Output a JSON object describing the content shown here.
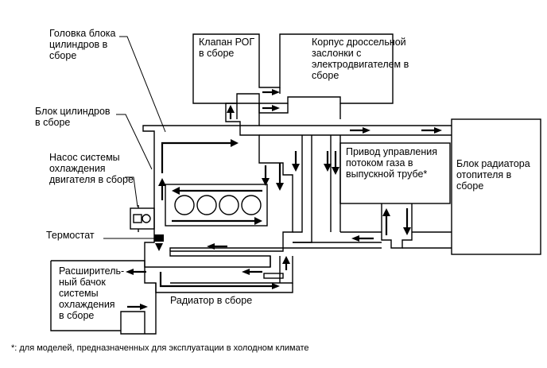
{
  "labels": {
    "cylinder_head": [
      "Головка блока",
      "цилиндров в",
      "сборе"
    ],
    "egr_valve": [
      "Клапан РОГ",
      "в сборе"
    ],
    "throttle_body": [
      "Корпус дроссельной",
      "заслонки с",
      "электродвигателем в",
      "сборе"
    ],
    "cylinder_block": [
      "Блок цилиндров",
      "в сборе"
    ],
    "exhaust_valve_actuator": [
      "Привод управления",
      "потоком газа в",
      "выпускной трубе*"
    ],
    "heater_core": [
      "Блок радиатора",
      "отопителя в",
      "сборе"
    ],
    "water_pump": [
      "Насос системы",
      "охлаждения",
      "двигателя в сборе"
    ],
    "thermostat": [
      "Термостат"
    ],
    "reservoir": [
      "Расширитель-",
      "ный бачок",
      "системы",
      "охлаждения",
      "в сборе"
    ],
    "radiator": [
      "Радиатор в сборе"
    ]
  },
  "footnote": "*: для моделей, предназначенных для эксплуатации в холодном климате"
}
